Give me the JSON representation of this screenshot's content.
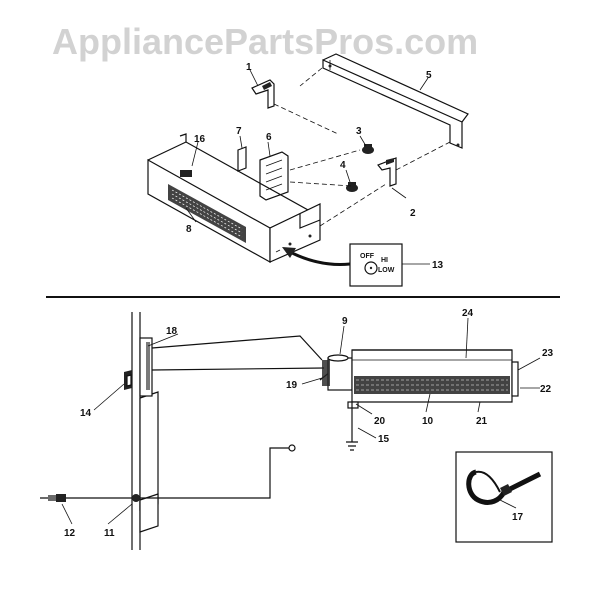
{
  "watermark": "AppliancePartsPros.com",
  "switch_plate": {
    "off": "OFF",
    "hi": "HI",
    "low": "LOW"
  },
  "callouts": {
    "c1": "1",
    "c2": "2",
    "c3": "3",
    "c4": "4",
    "c5": "5",
    "c6": "6",
    "c7": "7",
    "c8": "8",
    "c9": "9",
    "c10": "10",
    "c11": "11",
    "c12": "12",
    "c13": "13",
    "c14": "14",
    "c15": "15",
    "c16": "16",
    "c17": "17",
    "c18": "18",
    "c19": "19",
    "c20": "20",
    "c21": "21",
    "c22": "22",
    "c23": "23",
    "c24": "24"
  }
}
